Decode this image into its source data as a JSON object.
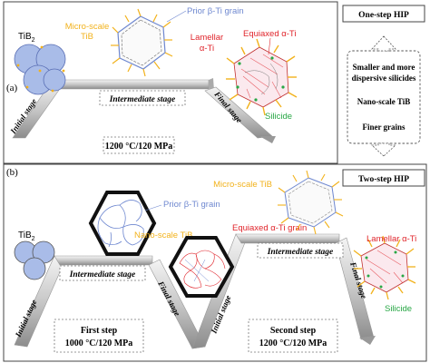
{
  "panel_a": {
    "label": "(a)",
    "tib2": "TiB",
    "tib2_sub": "2",
    "micro_tib": [
      "Micro-scale",
      "TiB"
    ],
    "prior_beta": "Prior β-Ti grain",
    "lamellar": [
      "Lamellar",
      "α-Ti"
    ],
    "equiaxed": "Equiaxed α-Ti",
    "silicide": "Silicide",
    "initial_stage": "Initial stage",
    "intermediate_stage": "Intermediate stage",
    "final_stage": "Final stage",
    "condition": "1200 °C/120 MPa"
  },
  "side": {
    "one_step": "One-step HIP",
    "two_step": "Two-step HIP",
    "benefits": [
      "Smaller and more",
      "dispersive silicides",
      "Nano-scale TiB",
      "Finer grains"
    ]
  },
  "panel_b": {
    "label": "(b)",
    "tib2": "TiB",
    "tib2_sub": "2",
    "prior_beta": "Prior β-Ti grain",
    "nano_tib": "Nano-scale TiB",
    "micro_tib": "Micro-scale TiB",
    "equiaxed": "Equiaxed α-Ti grain",
    "lamellar": "Lamellar α-Ti",
    "silicide": "Silicide",
    "initial_stage": "Initial stage",
    "intermediate_stage": "Intermediate stage",
    "final_stage": "Final stage",
    "first_step": [
      "First step",
      "1000 °C/120 MPa"
    ],
    "second_step": [
      "Second step",
      "1200 °C/120 MPa"
    ]
  },
  "colors": {
    "tib2_blue": "#a9bce8",
    "tib_orange": "#f2b21c",
    "beta_blue": "#6f88d0",
    "alpha_red": "#e0242b",
    "silicide_green": "#28a745",
    "arrow_grey": "#9a9a9a"
  }
}
